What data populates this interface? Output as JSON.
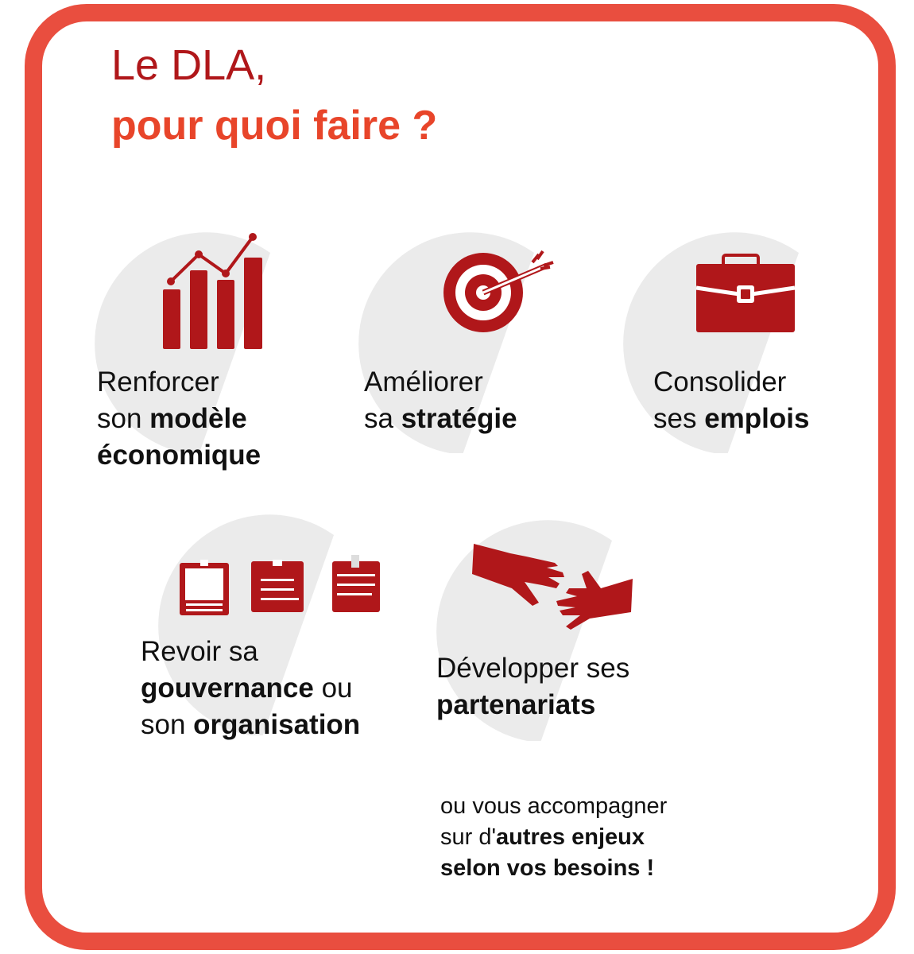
{
  "title": {
    "line1": "Le DLA,",
    "line2": "pour quoi faire ?"
  },
  "colors": {
    "frame": "#E94E3F",
    "title_dark_red": "#B0171A",
    "title_orange_red": "#E8452A",
    "icon_red": "#B0171A",
    "disc_grey": "#EBEBEB"
  },
  "items": [
    {
      "icon": "bar-chart-growth-icon",
      "line1": "Renforcer",
      "line2_pre": "son ",
      "line2_bold": "modèle",
      "line3_bold": "économique"
    },
    {
      "icon": "target-arrow-icon",
      "line1": "Améliorer",
      "line2_pre": "sa ",
      "line2_bold": "stratégie"
    },
    {
      "icon": "briefcase-icon",
      "line1": "Consolider",
      "line2_pre": "ses ",
      "line2_bold": "emplois"
    },
    {
      "icon": "notes-board-icon",
      "line1": "Revoir sa",
      "line2_bold": "gouvernance",
      "line2_post": " ou",
      "line3_pre": "son ",
      "line3_bold": "organisation"
    },
    {
      "icon": "reaching-hands-icon",
      "line1": "Développer ses",
      "line2_bold": "partenariats"
    }
  ],
  "footer": {
    "line1": "ou vous accompagner",
    "line2_pre": "sur d'",
    "line2_bold": "autres enjeux",
    "line3_bold": "selon vos besoins !"
  }
}
